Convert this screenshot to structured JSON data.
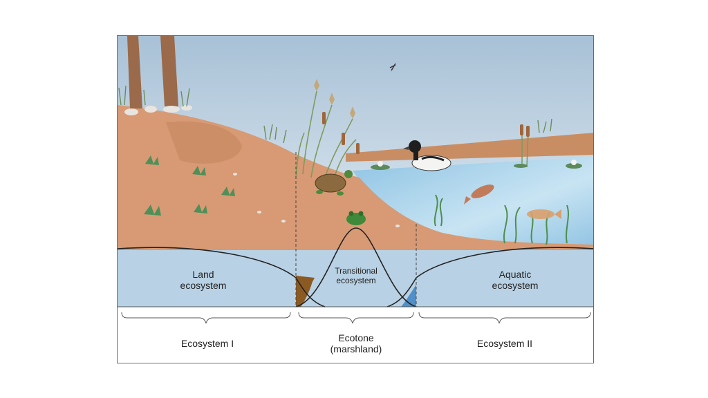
{
  "zones": {
    "land": {
      "line1": "Land",
      "line2": "ecosystem"
    },
    "transitional": {
      "line1": "Transitional",
      "line2": "ecosystem"
    },
    "aquatic": {
      "line1": "Aquatic",
      "line2": "ecosystem"
    }
  },
  "sections": {
    "ecosystem_1": "Ecosystem I",
    "ecotone": {
      "line1": "Ecotone",
      "line2": "(marshland)"
    },
    "ecosystem_2": "Ecosystem II"
  },
  "colors": {
    "sky": "#b9cfe0",
    "soil": "#d79a74",
    "water": "#a9d2ea",
    "zone_band": "#b8d1e4",
    "land_wedge": "#8b5a23",
    "aquatic_wedge": "#4f90c8"
  },
  "icons": [
    "tree-trunk-icon",
    "cattail-icon",
    "turtle-icon",
    "frog-icon",
    "duck-icon",
    "fish-icon",
    "water-lily-icon",
    "dragonfly-icon"
  ]
}
